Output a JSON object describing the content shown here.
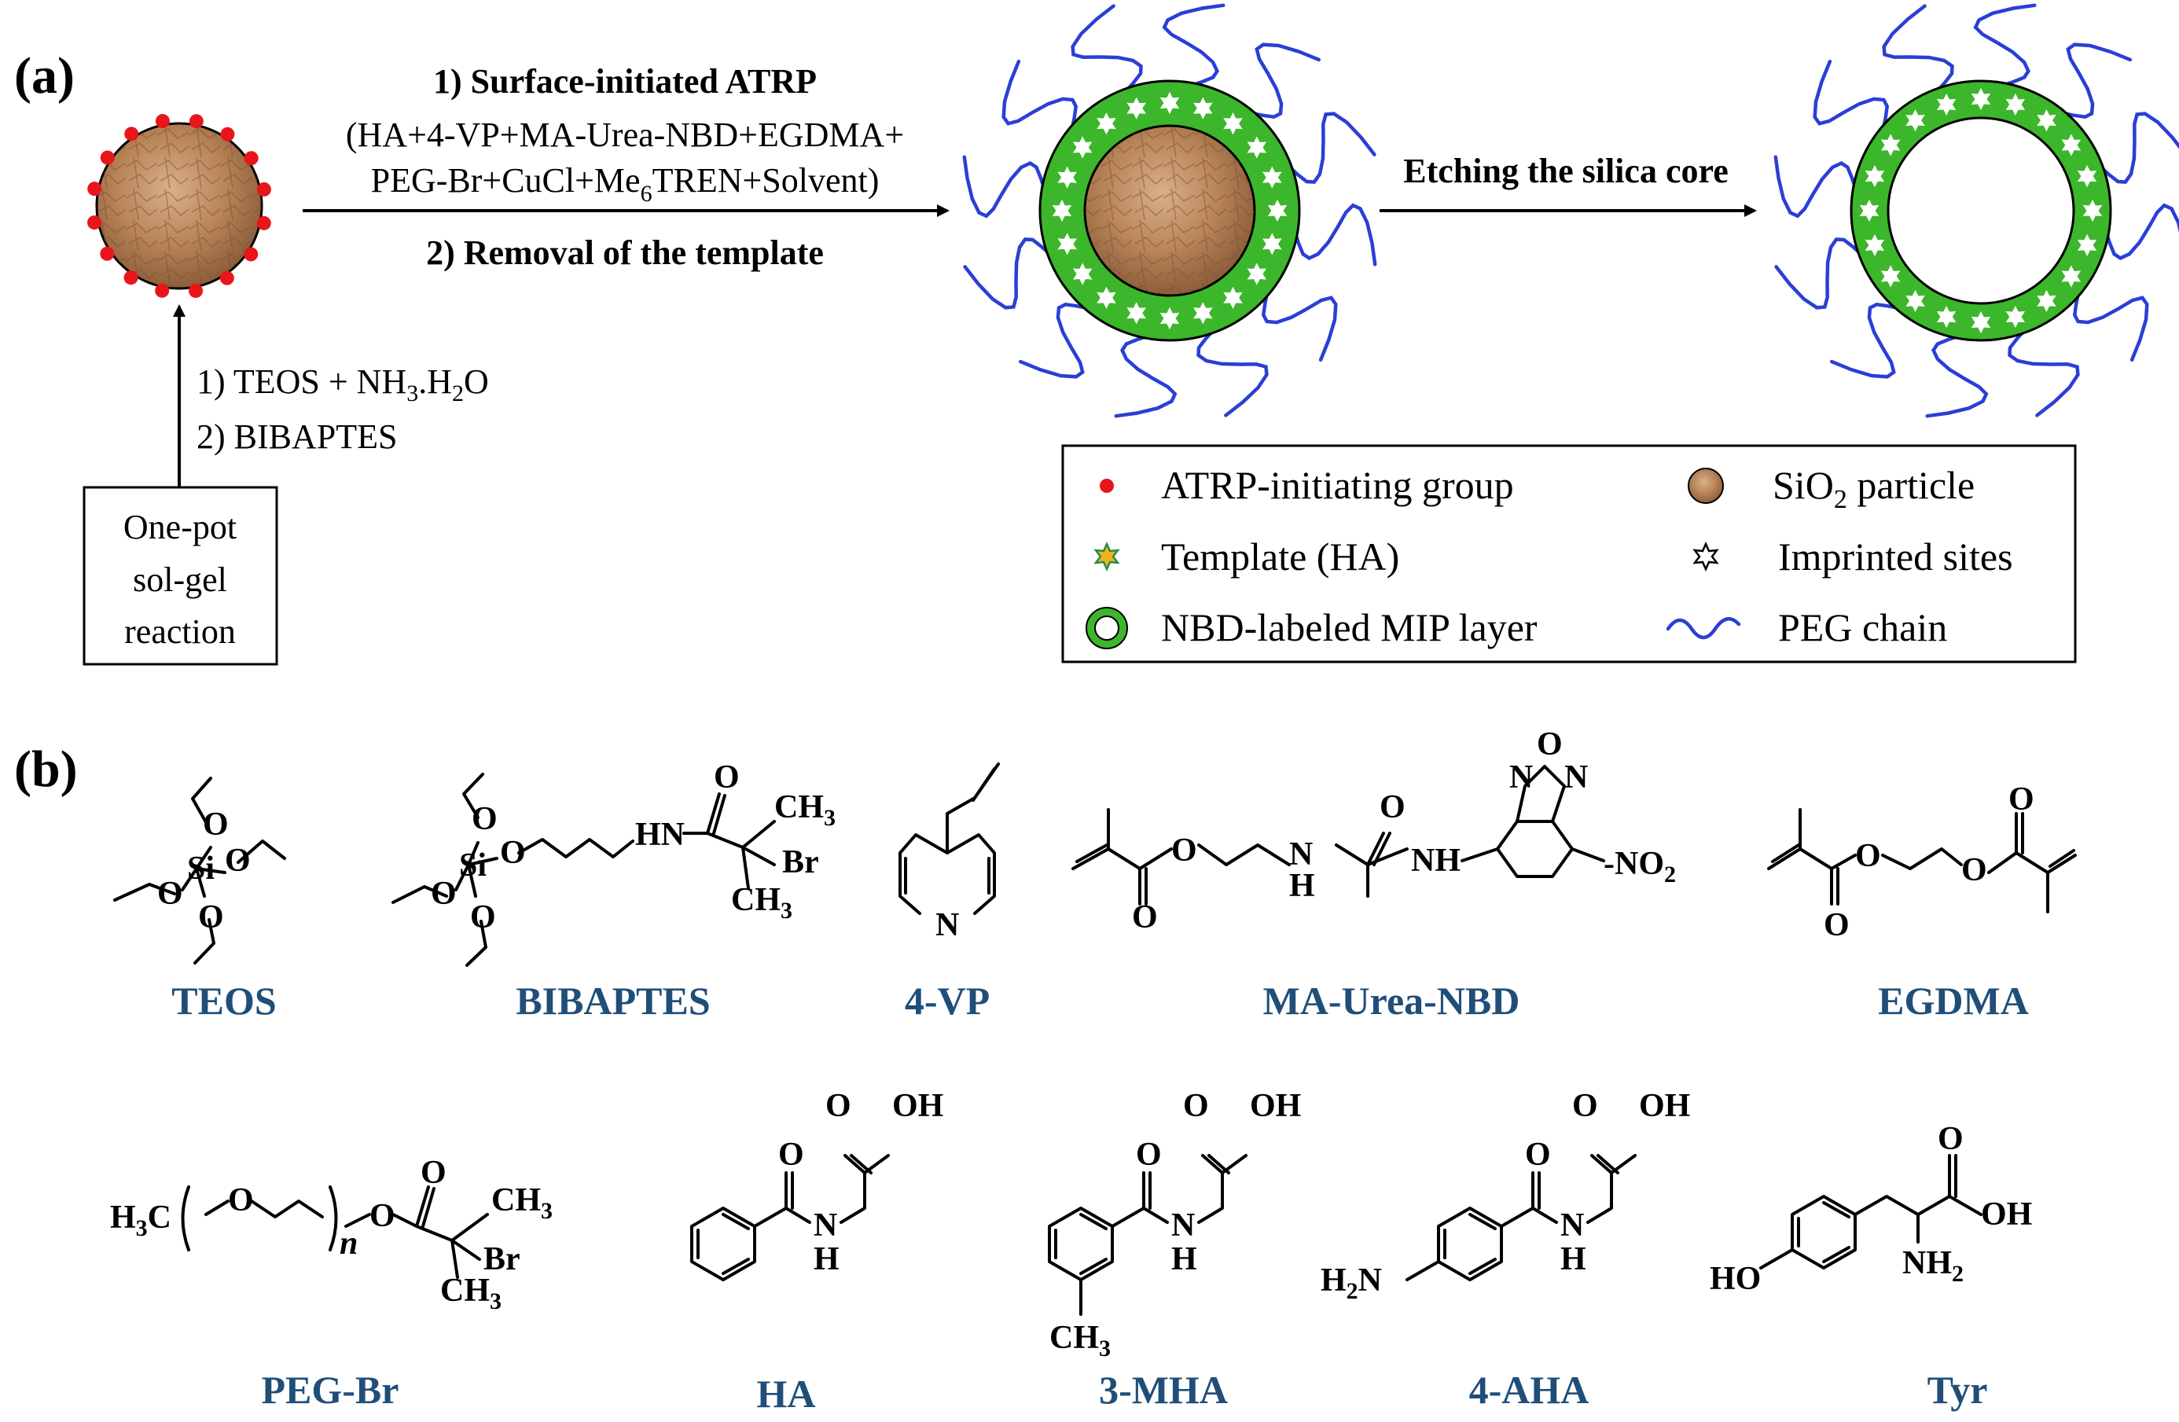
{
  "panel_a": {
    "label": "(a)",
    "step1_title": "1) Surface-initiated ATRP",
    "step1_line2": "(HA+4-VP+MA-Urea-NBD+EGDMA+",
    "step1_line3_pre": "PEG-Br+CuCl+Me",
    "step1_line3_sub": "6",
    "step1_line3_post": "TREN+Solvent)",
    "step2": "2) Removal of the template",
    "etching": "Etching the silica core",
    "sol_gel_1_pre": "1)   TEOS + NH",
    "sol_gel_1_sub1": "3",
    "sol_gel_1_mid": ".H",
    "sol_gel_1_sub2": "2",
    "sol_gel_1_post": "O",
    "sol_gel_2": "2)   BIBAPTES",
    "box_lines": [
      "One-pot",
      "sol-gel",
      "reaction"
    ]
  },
  "legend": {
    "atrp": "ATRP-initiating group",
    "template": "Template (HA)",
    "mip": "NBD-labeled MIP layer",
    "sio2_pre": "SiO",
    "sio2_sub": "2",
    "sio2_post": " particle",
    "imprinted": "Imprinted sites",
    "peg": "PEG chain"
  },
  "panel_b": {
    "label": "(b)",
    "names": [
      "TEOS",
      "BIBAPTES",
      "4-VP",
      "MA-Urea-NBD",
      "EGDMA",
      "PEG-Br",
      "HA",
      "3-MHA",
      "4-AHA",
      "Tyr"
    ],
    "atoms": {
      "O": "O",
      "Si": "Si",
      "N": "N",
      "H": "H",
      "HN": "HN",
      "NH": "NH",
      "Br": "Br",
      "CH3": "CH",
      "sub3": "3",
      "sub2": "2",
      "NO2": "-NO",
      "OH": "OH",
      "HO": "HO",
      "H2N": "H",
      "NH2": "NH",
      "H3C": "H",
      "n": "n",
      "C": "C"
    }
  },
  "colors": {
    "red_dot": "#e8161b",
    "mip_green": "#3cb62a",
    "peg_blue": "#2a3fd6",
    "name_blue": "#1f4e79",
    "particle_brown": "#b98559",
    "template_star": "#f2b31b"
  }
}
